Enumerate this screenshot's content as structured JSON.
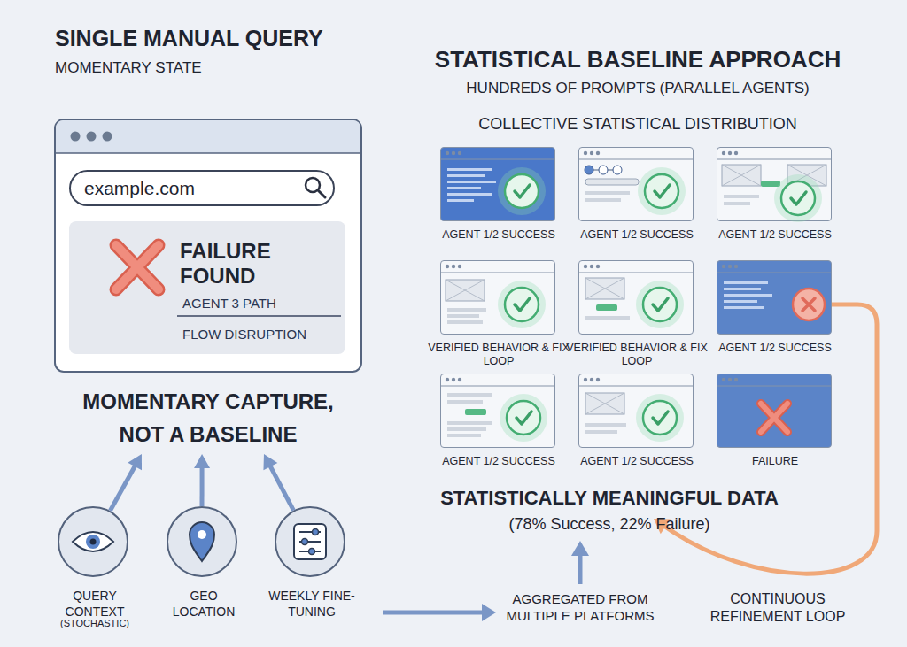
{
  "diagram": {
    "nodes": [
      {
        "text": [
          "MOMENTARY CAPTURE, NOT A BASELINE"
        ]
      },
      {
        "text": [
          "example.com"
        ],
        "in": 0
      },
      {
        "text": [
          "FAILURE FOUND",
          "AGENT 3 PATH",
          "FLOW DISRUPTION"
        ],
        "in": 0
      },
      {
        "text": [
          "QUERY CONTEXT",
          "(STOCHASTIC)"
        ]
      },
      {
        "text": [
          "GEO LOCATION"
        ]
      },
      {
        "text": [
          "WEEKLY FINE-TUNING"
        ]
      },
      {
        "text": [
          "AGENT 1/2 SUCCESS"
        ]
      },
      {
        "text": [
          "AGENT 1/2 SUCCESS"
        ]
      },
      {
        "text": [
          "AGENT 1/2 SUCCESS"
        ]
      },
      {
        "text": [
          "VERIFIED BEHAVIOR & FIX LOOP"
        ]
      },
      {
        "text": [
          "VERIFIED BEHAVIOR & FIX LOOP"
        ]
      },
      {
        "text": [
          "AGENT 1/2 SUCCESS"
        ]
      },
      {
        "text": [
          "AGENT 1/2 SUCCESS"
        ]
      },
      {
        "text": [
          "AGENT 1/2 SUCCESS"
        ]
      },
      {
        "text": [
          "FAILURE"
        ]
      }
    ],
    "edges": [
      {
        "from": 3,
        "to": 0,
        "arrow": "to"
      },
      {
        "from": 4,
        "to": 0,
        "arrow": "to"
      },
      {
        "from": 5,
        "to": 0,
        "arrow": "to"
      }
    ],
    "labels": [
      "SINGLE MANUAL QUERY",
      "MOMENTARY STATE",
      "STATISTICAL BASELINE APPROACH",
      "HUNDREDS OF PROMPTS (PARALLEL AGENTS)",
      "COLLECTIVE STATISTICAL DISTRIBUTION",
      "STATISTICALLY MEANINGFUL DATA",
      "(78% Success, 22% Failure)",
      "AGGREGATED FROM MULTIPLE PLATFORMS",
      "CONTINUOUS REFINEMENT LOOP"
    ]
  }
}
